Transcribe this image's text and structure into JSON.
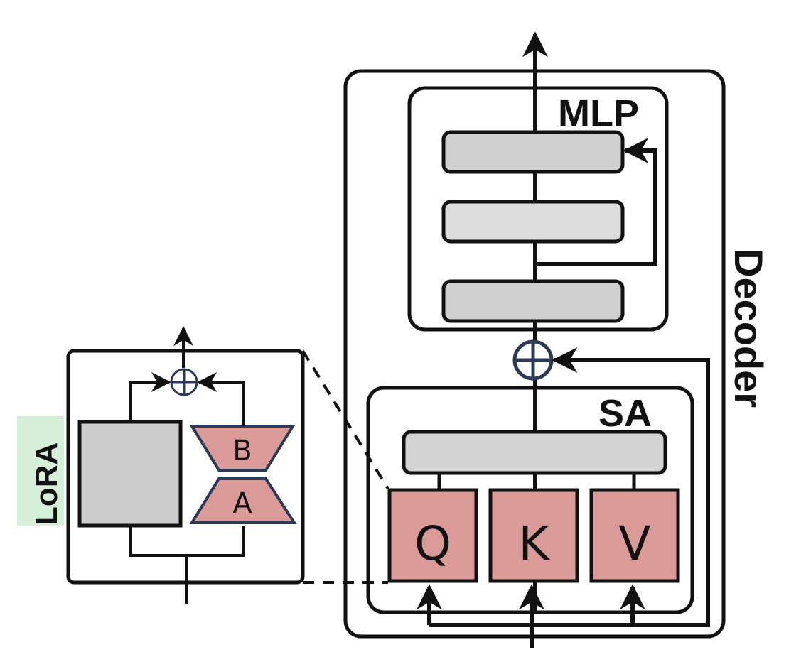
{
  "decoder": {
    "label": "Decoder"
  },
  "mlp": {
    "label": "MLP"
  },
  "sa": {
    "label": "SA"
  },
  "qkv": {
    "q": "Q",
    "k": "K",
    "v": "V"
  },
  "lora": {
    "label": "LoRA",
    "b_label": "B",
    "a_label": "A"
  },
  "colors": {
    "stroke": "#111111",
    "layer_dark": "#cfcfcf",
    "layer_light": "#dcdcdc",
    "qkv_fill": "#d99a98",
    "adder_stroke": "#2b3a57",
    "trapezoid_stroke": "#2b3a57",
    "lora_tag_bg": "#d6efd9"
  }
}
